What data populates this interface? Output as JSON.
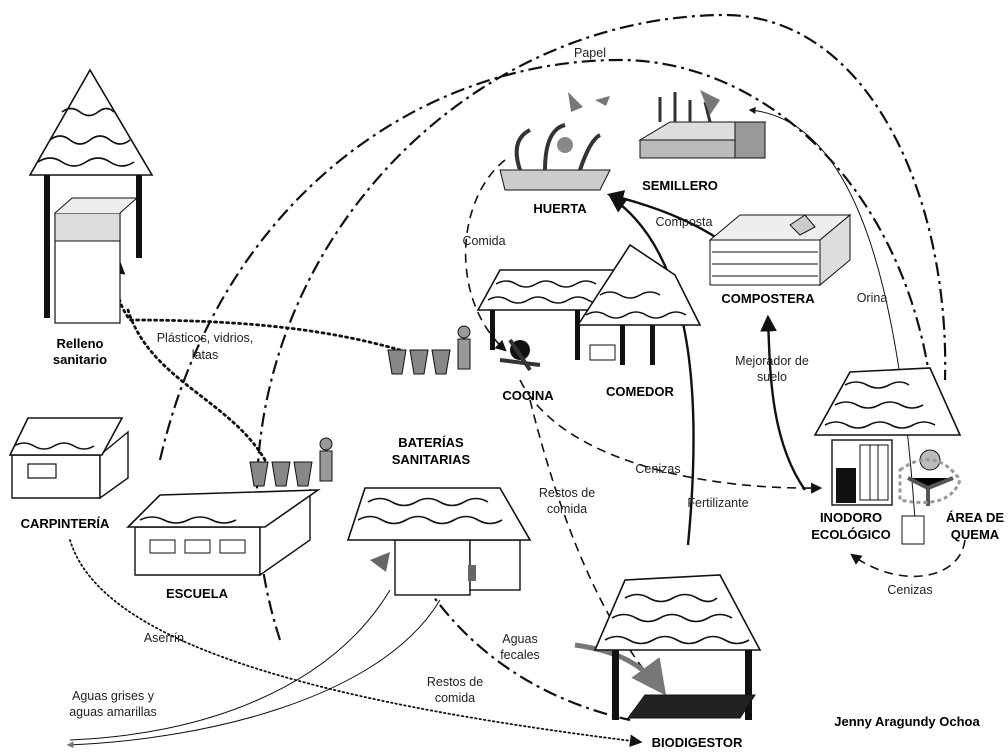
{
  "places": {
    "relleno": "Relleno\nsanitario",
    "carpinteria": "CARPINTERÍA",
    "escuela": "ESCUELA",
    "baterias": "BATERÍAS\nSANITARIAS",
    "cocina": "COCINA",
    "comedor": "COMEDOR",
    "huerta": "HUERTA",
    "semillero": "SEMILLERO",
    "compostera": "COMPOSTERA",
    "inodoro": "INODORO\nECOLÓGICO",
    "quema": "ÁREA DE\nQUEMA",
    "biodigestor": "BIODIGESTOR"
  },
  "flows": {
    "papel": "Papel",
    "comida": "Comida",
    "composta": "Composta",
    "orina": "Orina",
    "plasticos": "Plásticos, vidrios,\nlatas",
    "mejorador": "Mejorador de\nsuelo",
    "cenizas_1": "Cenizas",
    "cenizas_2": "Cenizas",
    "fertilizante": "Fertilizante",
    "restos_1": "Restos de\ncomida",
    "restos_2": "Restos de\ncomida",
    "aserrin": "Aserrín",
    "aguas_fecales": "Aguas\nfecales",
    "aguas_grises": "Aguas grises y\naguas amarillas"
  },
  "author": "Jenny Aragundy Ochoa"
}
